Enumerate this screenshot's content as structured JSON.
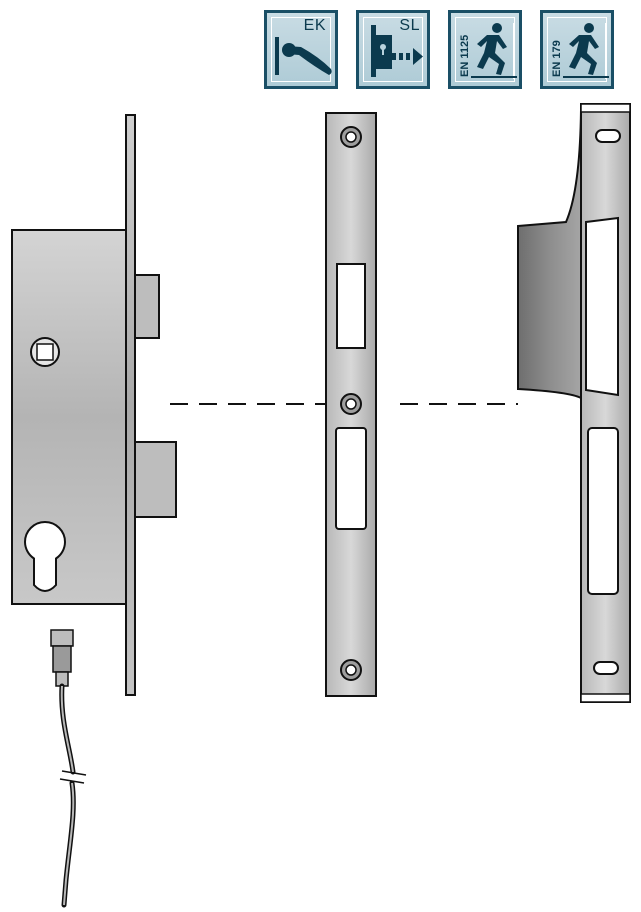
{
  "badges": [
    {
      "label": "EK",
      "icon": "lever-handle-icon"
    },
    {
      "label": "SL",
      "icon": "lock-latch-arrow-icon"
    },
    {
      "label": "EN 1125",
      "icon": "running-person-exit-icon"
    },
    {
      "label": "EN 179",
      "icon": "running-person-exit-icon"
    }
  ],
  "colors": {
    "badge_border": "#1a4f66",
    "badge_fill": "#b9d3dd",
    "badge_ink": "#0b3a4e",
    "metal_light": "#d0d0d0",
    "metal_mid": "#a8a8a8",
    "metal_dark": "#6f6f6f",
    "outline": "#111111"
  }
}
